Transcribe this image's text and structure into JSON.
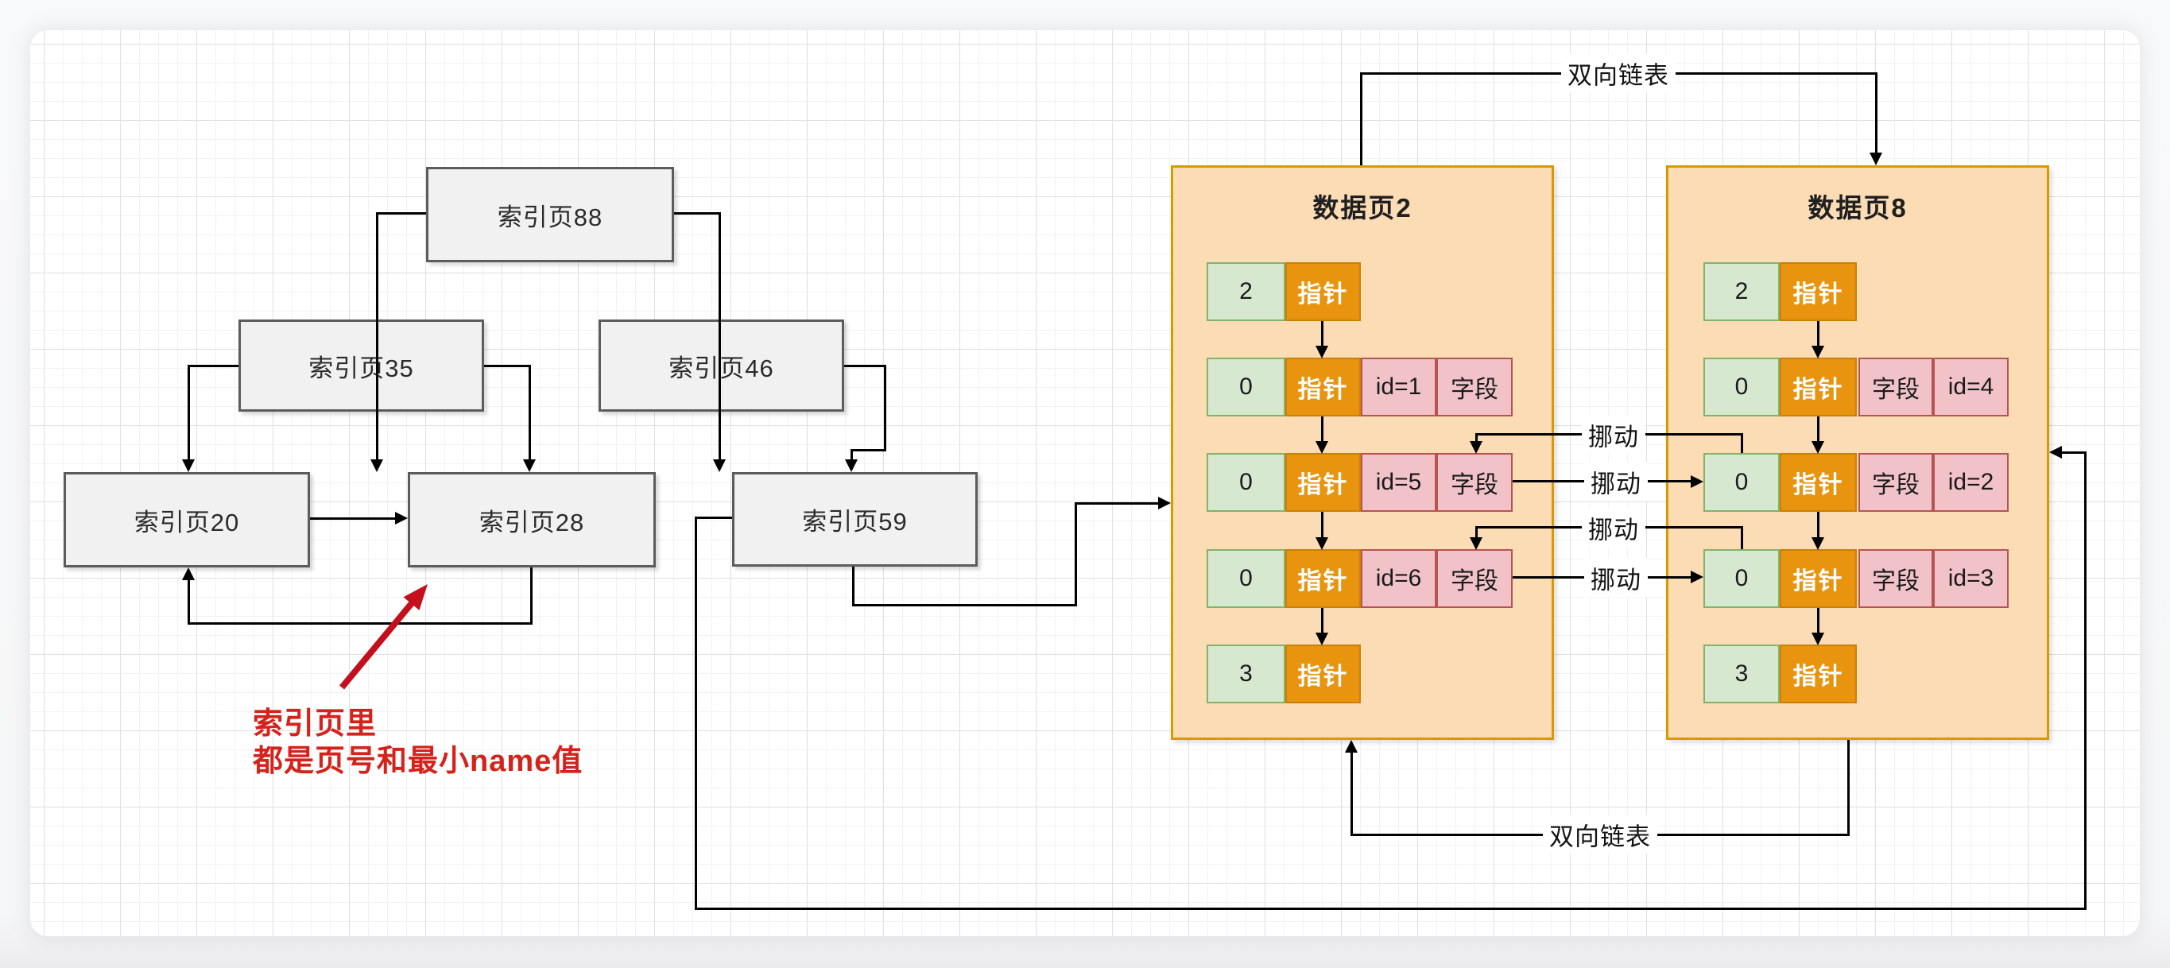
{
  "colors": {
    "line": "#000000",
    "index-fill": "#f1f1f2",
    "index-border": "#5c5c5c",
    "page-fill": "#fbdcb4",
    "page-border": "#d79b00",
    "green-fill": "#d7e8d0",
    "green-border": "#82b366",
    "orange-fill": "#e8940f",
    "orange-border": "#cc7f06",
    "pink-fill": "#f1c3c8",
    "pink-border": "#b85450",
    "annotation-red": "#d5221a",
    "arrow-red": "#c3101c"
  },
  "index_tree": {
    "nodes": [
      {
        "label": "索引页88"
      },
      {
        "label": "索引页35"
      },
      {
        "label": "索引页46"
      },
      {
        "label": "索引页20"
      },
      {
        "label": "索引页28"
      },
      {
        "label": "索引页59"
      }
    ]
  },
  "links": {
    "top_label": "双向链表",
    "bottom_label": "双向链表",
    "moves": [
      "挪动",
      "挪动",
      "挪动",
      "挪动"
    ]
  },
  "annotation": {
    "line1": "索引页里",
    "line2": "都是页号和最小name值"
  },
  "data_pages": [
    {
      "title": "数据页2",
      "rows": [
        {
          "cells": [
            {
              "kind": "green",
              "text": "2"
            },
            {
              "kind": "orange",
              "text": "指针"
            }
          ]
        },
        {
          "cells": [
            {
              "kind": "green",
              "text": "0"
            },
            {
              "kind": "orange",
              "text": "指针"
            },
            {
              "kind": "pink",
              "text": "id=1"
            },
            {
              "kind": "pink",
              "text": "字段"
            }
          ]
        },
        {
          "cells": [
            {
              "kind": "green",
              "text": "0"
            },
            {
              "kind": "orange",
              "text": "指针"
            },
            {
              "kind": "pink",
              "text": "id=5"
            },
            {
              "kind": "pink",
              "text": "字段"
            }
          ]
        },
        {
          "cells": [
            {
              "kind": "green",
              "text": "0"
            },
            {
              "kind": "orange",
              "text": "指针"
            },
            {
              "kind": "pink",
              "text": "id=6"
            },
            {
              "kind": "pink",
              "text": "字段"
            }
          ]
        },
        {
          "cells": [
            {
              "kind": "green",
              "text": "3"
            },
            {
              "kind": "orange",
              "text": "指针"
            }
          ]
        }
      ]
    },
    {
      "title": "数据页8",
      "rows": [
        {
          "cells": [
            {
              "kind": "green",
              "text": "2"
            },
            {
              "kind": "orange",
              "text": "指针"
            }
          ]
        },
        {
          "cells": [
            {
              "kind": "green",
              "text": "0"
            },
            {
              "kind": "orange",
              "text": "指针"
            },
            {
              "kind": "pink",
              "text": "字段"
            },
            {
              "kind": "pink",
              "text": "id=4"
            }
          ]
        },
        {
          "cells": [
            {
              "kind": "green",
              "text": "0"
            },
            {
              "kind": "orange",
              "text": "指针"
            },
            {
              "kind": "pink",
              "text": "字段"
            },
            {
              "kind": "pink",
              "text": "id=2"
            }
          ]
        },
        {
          "cells": [
            {
              "kind": "green",
              "text": "0"
            },
            {
              "kind": "orange",
              "text": "指针"
            },
            {
              "kind": "pink",
              "text": "字段"
            },
            {
              "kind": "pink",
              "text": "id=3"
            }
          ]
        },
        {
          "cells": [
            {
              "kind": "green",
              "text": "3"
            },
            {
              "kind": "orange",
              "text": "指针"
            }
          ]
        }
      ]
    }
  ]
}
